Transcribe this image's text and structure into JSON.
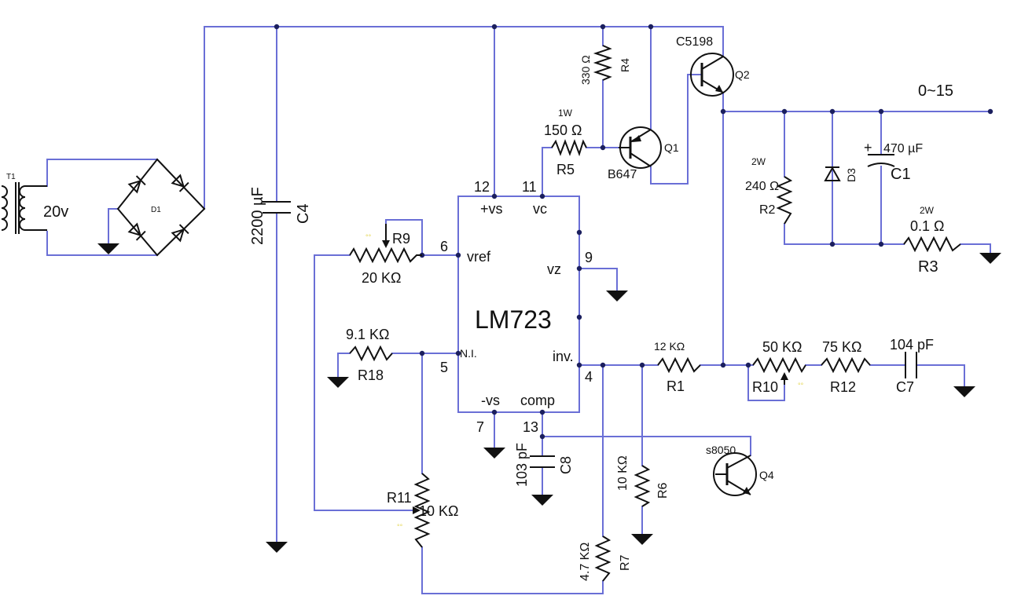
{
  "transformer": {
    "ref": "T1",
    "label": "20v"
  },
  "bridge": {
    "ref": "D1"
  },
  "output": {
    "label": "0~15"
  },
  "ic": {
    "name": "LM723",
    "pins": {
      "p12": "12",
      "p11": "11",
      "p6": "6",
      "p9": "9",
      "p5": "5",
      "p4": "4",
      "p7": "7",
      "p13": "13"
    },
    "pin_labels": {
      "vs_plus": "+vs",
      "vc": "vc",
      "vref": "vref",
      "vz": "vz",
      "ni": "N.I.",
      "inv": "inv.",
      "vs_minus": "-vs",
      "comp": "comp"
    }
  },
  "components": {
    "C4": {
      "ref": "C4",
      "value": "2200 µF"
    },
    "R4": {
      "ref": "R4",
      "value": "330 Ω"
    },
    "Q2": {
      "ref": "Q2",
      "part": "C5198"
    },
    "R5": {
      "ref": "R5",
      "value": "150 Ω",
      "power": "1W"
    },
    "Q1": {
      "ref": "Q1",
      "part": "B647"
    },
    "R2": {
      "ref": "R2",
      "value": "240 Ω",
      "power": "2W"
    },
    "D3": {
      "ref": "D3"
    },
    "C1": {
      "ref": "C1",
      "value": "470 µF",
      "pol": "+"
    },
    "R3": {
      "ref": "R3",
      "value": "0.1 Ω",
      "power": "2W"
    },
    "R9": {
      "ref": "R9",
      "value": "20 KΩ"
    },
    "R18": {
      "ref": "R18",
      "value": "9.1 KΩ"
    },
    "R1": {
      "ref": "R1",
      "value": "12 KΩ"
    },
    "R10": {
      "ref": "R10",
      "value": "50 KΩ"
    },
    "R12": {
      "ref": "R12",
      "value": "75 KΩ"
    },
    "C7": {
      "ref": "C7",
      "value": "104 pF"
    },
    "C8": {
      "ref": "C8",
      "value": "103 pF"
    },
    "Q4": {
      "ref": "Q4",
      "part": "s8050"
    },
    "R6": {
      "ref": "R6",
      "value": "10 KΩ"
    },
    "R11": {
      "ref": "R11",
      "value": "10 KΩ"
    },
    "R7": {
      "ref": "R7",
      "value": "4.7 KΩ"
    }
  },
  "pot_marks": {
    "mark": "°°"
  },
  "colors": {
    "wire": "#6a6fd6",
    "symbol": "#111111",
    "junction": "#1b1f5e",
    "pot_mark": "#e3d44a"
  }
}
